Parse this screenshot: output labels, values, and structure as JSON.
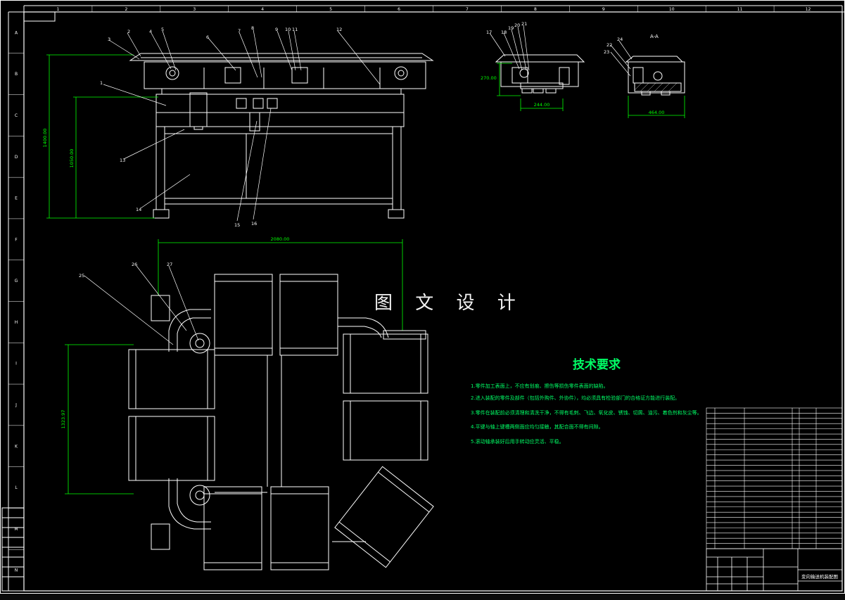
{
  "drawing": {
    "zone_letters": [
      "A",
      "B",
      "C",
      "D",
      "E",
      "F",
      "G",
      "H",
      "I",
      "J",
      "K",
      "L",
      "M",
      "N"
    ],
    "zone_numbers": [
      "1",
      "2",
      "3",
      "4",
      "5",
      "6",
      "7",
      "8",
      "9",
      "10",
      "11",
      "12"
    ],
    "corner_tag": "",
    "section_label": "A-A",
    "watermark": "图 文 设 计",
    "dimensions": {
      "total_height": "1400.00",
      "table_height": "1050.00",
      "total_length": "2080.00",
      "loop_height": "1323.97",
      "side_height": "270.00",
      "side_width": "244.00",
      "section_width": "464.00"
    },
    "part_numbers_top": [
      "2",
      "3",
      "4",
      "5",
      "6",
      "7",
      "8",
      "9",
      "10",
      "11",
      "12"
    ],
    "part_numbers_side": [
      "17",
      "18",
      "19",
      "20",
      "21"
    ],
    "part_numbers_section": [
      "22",
      "23",
      "24"
    ],
    "part_numbers_left": [
      "1",
      "13",
      "14",
      "15",
      "16"
    ],
    "part_numbers_plan": [
      "25",
      "26",
      "27"
    ],
    "technical_requirements": {
      "title": "技术要求",
      "items": [
        "1.零件加工表面上，不应有划痕、擦伤等损伤零件表面的缺陷。",
        "2.进入装配的零件及部件（包括外购件、外协件），均必须具有检验部门的合格证方能进行装配。",
        "3.零件在装配前必须清理和清洗干净，不得有毛刺、飞边、氧化皮、锈蚀、切屑、油污、着色剂和灰尘等。",
        "4.平键与轴上键槽两侧面应均匀接触，其配合面不得有间隙。",
        "5.滚动轴承装好后用手转动应灵活、平稳。"
      ]
    },
    "title_block": {
      "drawing_name": "变向输送机装配图",
      "drawing_number": ""
    }
  },
  "colors": {
    "background": "#000000",
    "outline": "#ffffff",
    "dimension": "#00ff00",
    "requirement_text": "#00ff66",
    "annotation": "#ffffff"
  }
}
